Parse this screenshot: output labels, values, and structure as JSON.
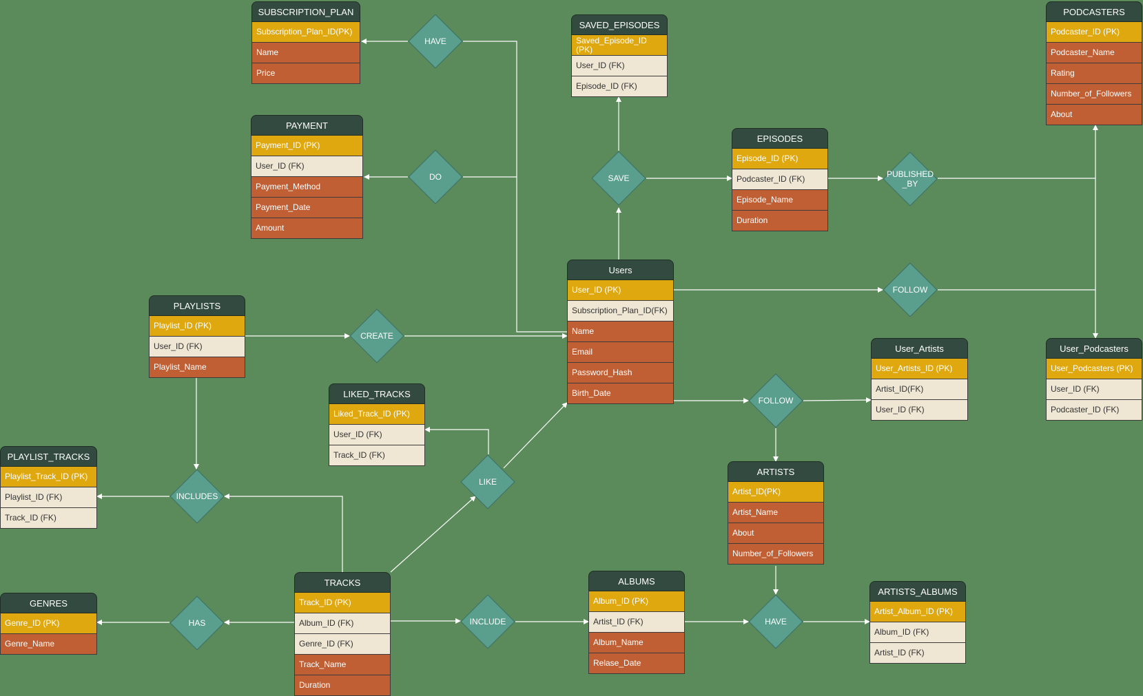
{
  "colors": {
    "background": "#5b8a5b",
    "entity_header": "#324a3f",
    "primary_key": "#e0a80f",
    "foreign_key": "#efe6d3",
    "attribute": "#c05f34",
    "relationship": "#5a9e8d",
    "connector": "#ffffff"
  },
  "entities": {
    "subscription_plan": {
      "name": "SUBSCRIPTION_PLAN",
      "attributes": [
        {
          "label": "Subscription_Plan_ID(PK)",
          "kind": "pk"
        },
        {
          "label": "Name",
          "kind": "normal"
        },
        {
          "label": "Price",
          "kind": "normal"
        }
      ]
    },
    "payment": {
      "name": "PAYMENT",
      "attributes": [
        {
          "label": "Payment_ID (PK)",
          "kind": "pk"
        },
        {
          "label": "User_ID (FK)",
          "kind": "fk"
        },
        {
          "label": "Payment_Method",
          "kind": "normal"
        },
        {
          "label": "Payment_Date",
          "kind": "normal"
        },
        {
          "label": "Amount",
          "kind": "normal"
        }
      ]
    },
    "saved_episodes": {
      "name": "SAVED_EPISODES",
      "attributes": [
        {
          "label": "Saved_Episode_ID (PK)",
          "kind": "pk"
        },
        {
          "label": "User_ID (FK)",
          "kind": "fk"
        },
        {
          "label": "Episode_ID (FK)",
          "kind": "fk"
        }
      ]
    },
    "episodes": {
      "name": "EPISODES",
      "attributes": [
        {
          "label": "Episode_ID (PK)",
          "kind": "pk"
        },
        {
          "label": "Podcaster_ID (FK)",
          "kind": "fk"
        },
        {
          "label": "Episode_Name",
          "kind": "normal"
        },
        {
          "label": "Duration",
          "kind": "normal"
        }
      ]
    },
    "podcasters": {
      "name": "PODCASTERS",
      "attributes": [
        {
          "label": "Podcaster_ID (PK)",
          "kind": "pk"
        },
        {
          "label": "Podcaster_Name",
          "kind": "normal"
        },
        {
          "label": "Rating",
          "kind": "normal"
        },
        {
          "label": "Number_of_Followers",
          "kind": "normal"
        },
        {
          "label": "About",
          "kind": "normal"
        }
      ]
    },
    "users": {
      "name": "Users",
      "attributes": [
        {
          "label": "User_ID (PK)",
          "kind": "pk"
        },
        {
          "label": "Subscription_Plan_ID(FK)",
          "kind": "fk"
        },
        {
          "label": "Name",
          "kind": "normal"
        },
        {
          "label": "Email",
          "kind": "normal"
        },
        {
          "label": "Password_Hash",
          "kind": "normal"
        },
        {
          "label": "Birth_Date",
          "kind": "normal"
        }
      ]
    },
    "playlists": {
      "name": "PLAYLISTS",
      "attributes": [
        {
          "label": "Playlist_ID (PK)",
          "kind": "pk"
        },
        {
          "label": "User_ID (FK)",
          "kind": "fk"
        },
        {
          "label": "Playlist_Name",
          "kind": "normal"
        }
      ]
    },
    "liked_tracks": {
      "name": "LIKED_TRACKS",
      "attributes": [
        {
          "label": "Liked_Track_ID (PK)",
          "kind": "pk"
        },
        {
          "label": "User_ID (FK)",
          "kind": "fk"
        },
        {
          "label": "Track_ID (FK)",
          "kind": "fk"
        }
      ]
    },
    "user_artists": {
      "name": "User_Artists",
      "attributes": [
        {
          "label": "User_Artists_ID (PK)",
          "kind": "pk"
        },
        {
          "label": "Artist_ID(FK)",
          "kind": "fk"
        },
        {
          "label": "User_ID (FK)",
          "kind": "fk"
        }
      ]
    },
    "user_podcasters": {
      "name": "User_Podcasters",
      "attributes": [
        {
          "label": "User_Podcasters (PK)",
          "kind": "pk"
        },
        {
          "label": "User_ID (FK)",
          "kind": "fk"
        },
        {
          "label": "Podcaster_ID (FK)",
          "kind": "fk"
        }
      ]
    },
    "playlist_tracks": {
      "name": "PLAYLIST_TRACKS",
      "attributes": [
        {
          "label": "Playlist_Track_ID (PK)",
          "kind": "pk"
        },
        {
          "label": "Playlist_ID (FK)",
          "kind": "fk"
        },
        {
          "label": "Track_ID (FK)",
          "kind": "fk"
        }
      ]
    },
    "artists": {
      "name": "ARTISTS",
      "attributes": [
        {
          "label": "Artist_ID(PK)",
          "kind": "pk"
        },
        {
          "label": "Artist_Name",
          "kind": "normal"
        },
        {
          "label": "About",
          "kind": "normal"
        },
        {
          "label": "Number_of_Followers",
          "kind": "normal"
        }
      ]
    },
    "genres": {
      "name": "GENRES",
      "attributes": [
        {
          "label": "Genre_ID (PK)",
          "kind": "pk"
        },
        {
          "label": "Genre_Name",
          "kind": "normal"
        }
      ]
    },
    "tracks": {
      "name": "TRACKS",
      "attributes": [
        {
          "label": "Track_ID (PK)",
          "kind": "pk"
        },
        {
          "label": "Album_ID (FK)",
          "kind": "fk"
        },
        {
          "label": "Genre_ID (FK)",
          "kind": "fk"
        },
        {
          "label": "Track_Name",
          "kind": "normal"
        },
        {
          "label": "Duration",
          "kind": "normal"
        }
      ]
    },
    "albums": {
      "name": "ALBUMS",
      "attributes": [
        {
          "label": "Album_ID (PK)",
          "kind": "pk"
        },
        {
          "label": "Artist_ID (FK)",
          "kind": "fk"
        },
        {
          "label": "Album_Name",
          "kind": "normal"
        },
        {
          "label": "Relase_Date",
          "kind": "normal"
        }
      ]
    },
    "artists_albums": {
      "name": "ARTISTS_ALBUMS",
      "attributes": [
        {
          "label": "Artist_Album_ID (PK)",
          "kind": "pk"
        },
        {
          "label": "Album_ID (FK)",
          "kind": "fk"
        },
        {
          "label": "Artist_ID (FK)",
          "kind": "fk"
        }
      ]
    }
  },
  "relationships": {
    "have_sub": "HAVE",
    "do_pay": "DO",
    "save": "SAVE",
    "published_by": "PUBLISHED\n_BY",
    "follow_pod": "FOLLOW",
    "create": "CREATE",
    "follow_art": "FOLLOW",
    "like": "LIKE",
    "includes": "INCLUDES",
    "has": "HAS",
    "include": "INCLUDE",
    "have_alb": "HAVE"
  }
}
